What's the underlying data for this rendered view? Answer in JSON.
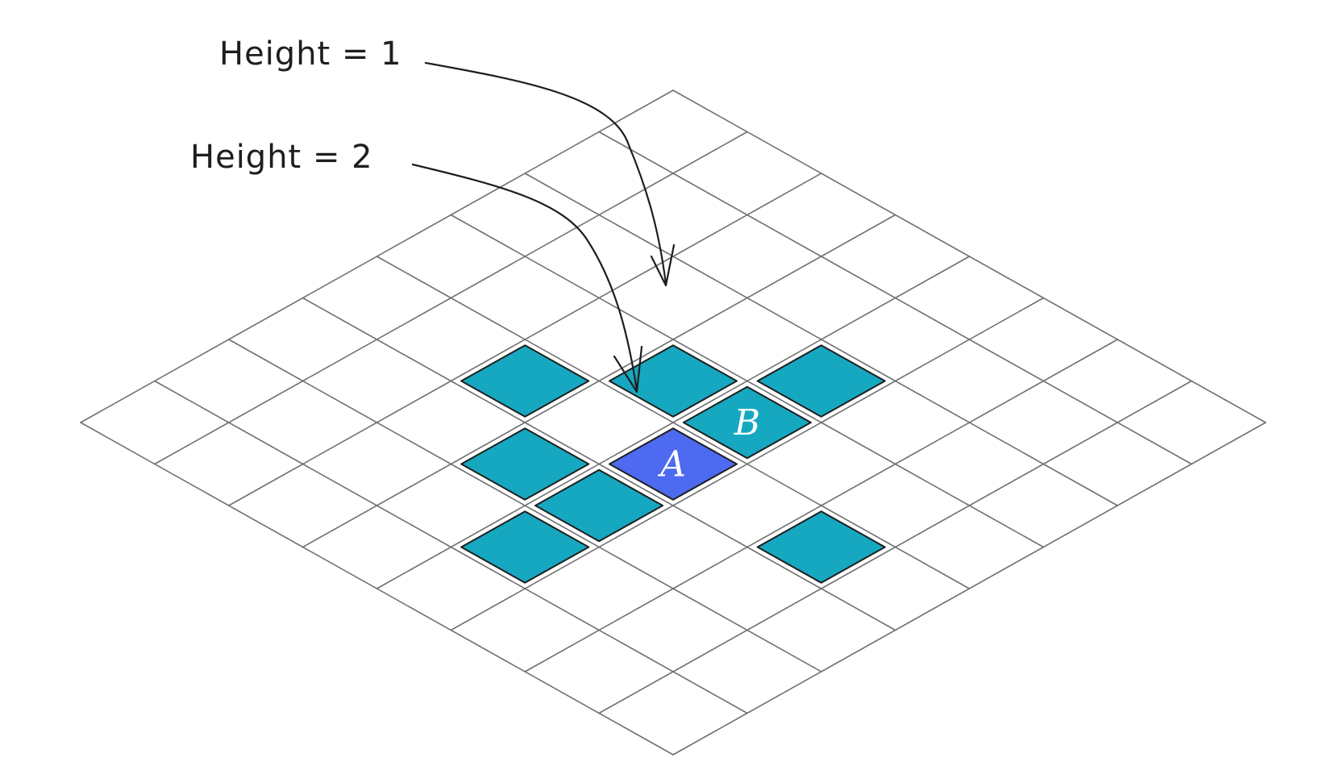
{
  "labels": {
    "height_1": "Height = 1",
    "height_2": "Height = 2",
    "tile_a": "A",
    "tile_b": "B"
  },
  "grid": {
    "rows": 8,
    "cols": 8
  },
  "tiles": [
    {
      "name": "tile-a",
      "row": 4,
      "col": 4,
      "color": "#4d6af0",
      "label_key": "tile_a"
    },
    {
      "name": "tile-b",
      "row": 3,
      "col": 4,
      "color": "#16a8c0",
      "label_key": "tile_b"
    },
    {
      "name": "tile-height-1",
      "row": 2,
      "col": 4,
      "color": "#16a8c0"
    },
    {
      "name": "tile-height-2",
      "row": 3,
      "col": 3,
      "color": "#16a8c0"
    },
    {
      "name": "tile-left",
      "row": 4,
      "col": 2,
      "color": "#16a8c0"
    },
    {
      "name": "tile-right",
      "row": 4,
      "col": 6,
      "color": "#16a8c0"
    },
    {
      "name": "tile-bottom-left",
      "row": 5,
      "col": 3,
      "color": "#16a8c0"
    },
    {
      "name": "tile-bottom-right",
      "row": 5,
      "col": 4,
      "color": "#16a8c0"
    },
    {
      "name": "tile-bottom",
      "row": 6,
      "col": 4,
      "color": "#16a8c0"
    }
  ],
  "colors": {
    "tile": "#16a8c0",
    "highlight": "#4d6af0",
    "grid": "#6f6f6f",
    "ink": "#1e1e1e"
  }
}
